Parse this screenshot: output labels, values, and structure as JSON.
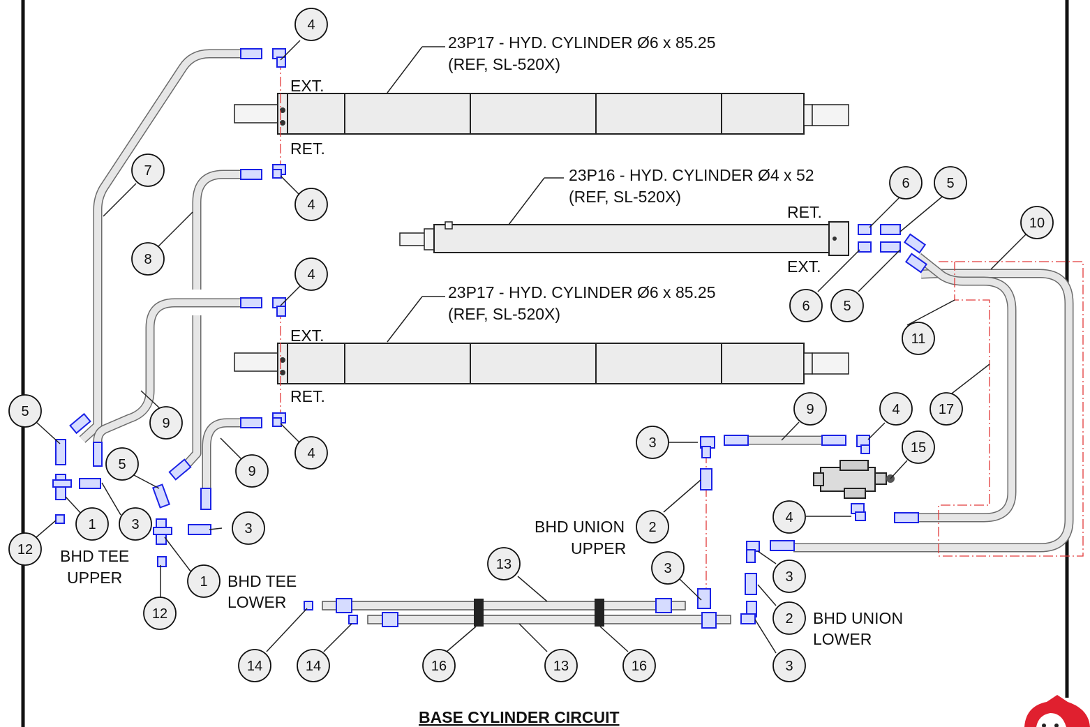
{
  "title": "BASE CYLINDER CIRCUIT",
  "cylinders": [
    {
      "line1": "23P17 - HYD. CYLINDER Ø6 x 85.25",
      "line2": "(REF, SL-520X)",
      "ext": "EXT.",
      "ret": "RET."
    },
    {
      "line1": "23P16 - HYD. CYLINDER Ø4 x 52",
      "line2": "(REF, SL-520X)",
      "ext": "EXT.",
      "ret": "RET."
    },
    {
      "line1": "23P17 - HYD. CYLINDER Ø6 x 85.25",
      "line2": "(REF, SL-520X)",
      "ext": "EXT.",
      "ret": "RET."
    }
  ],
  "notes": {
    "bhd_tee_upper": [
      "BHD TEE",
      "UPPER"
    ],
    "bhd_tee_lower": [
      "BHD TEE",
      "LOWER"
    ],
    "bhd_union_upper": [
      "BHD UNION",
      "UPPER"
    ],
    "bhd_union_lower": [
      "BHD UNION",
      "LOWER"
    ]
  },
  "balloons": [
    "4",
    "4",
    "7",
    "8",
    "4",
    "4",
    "9",
    "9",
    "5",
    "5",
    "1",
    "3",
    "1",
    "3",
    "12",
    "12",
    "6",
    "5",
    "6",
    "5",
    "10",
    "11",
    "17",
    "9",
    "4",
    "3",
    "15",
    "2",
    "4",
    "3",
    "3",
    "2",
    "3",
    "13",
    "13",
    "14",
    "14",
    "16",
    "16"
  ],
  "colors": {
    "fitting": "#1a22e6",
    "centerline": "#e23a3a",
    "hose": "#6b6b6b",
    "logo": "#e0202f"
  }
}
